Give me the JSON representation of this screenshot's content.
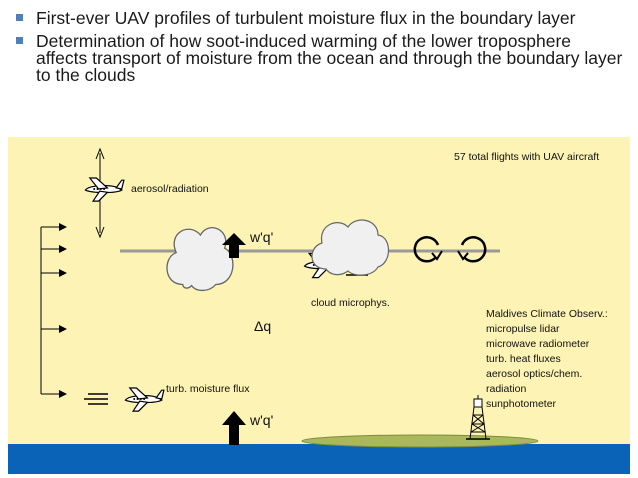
{
  "bullets": [
    "First-ever UAV profiles of turbulent moisture flux in the boundary layer",
    "Determination of how soot-induced warming of the lower troposphere affects transport of moisture from the ocean and through the boundary layer to the clouds"
  ],
  "diagram": {
    "flights_note": "57 total flights with UAV aircraft",
    "aerosol_label": "aerosol/radiation",
    "flux_top_label": "w'q'",
    "delta_q_label": "Δq",
    "cloud_label": "cloud microphys.",
    "moisture_label": "turb. moisture flux",
    "flux_bottom_label": "w'q'",
    "observatory_title": "Maldives Climate Observ.:",
    "observatory_items": [
      "micropulse lidar",
      "microwave radiometer",
      "turb. heat fluxes",
      "aerosol optics/chem.",
      "radiation",
      "sunphotometer"
    ]
  },
  "colors": {
    "panel_bg": "#fcf3b4",
    "ocean": "#0b63b8",
    "island": "#a8b85a",
    "bullet_mark": "#4f7fb8",
    "boundary_line": "#999999"
  }
}
